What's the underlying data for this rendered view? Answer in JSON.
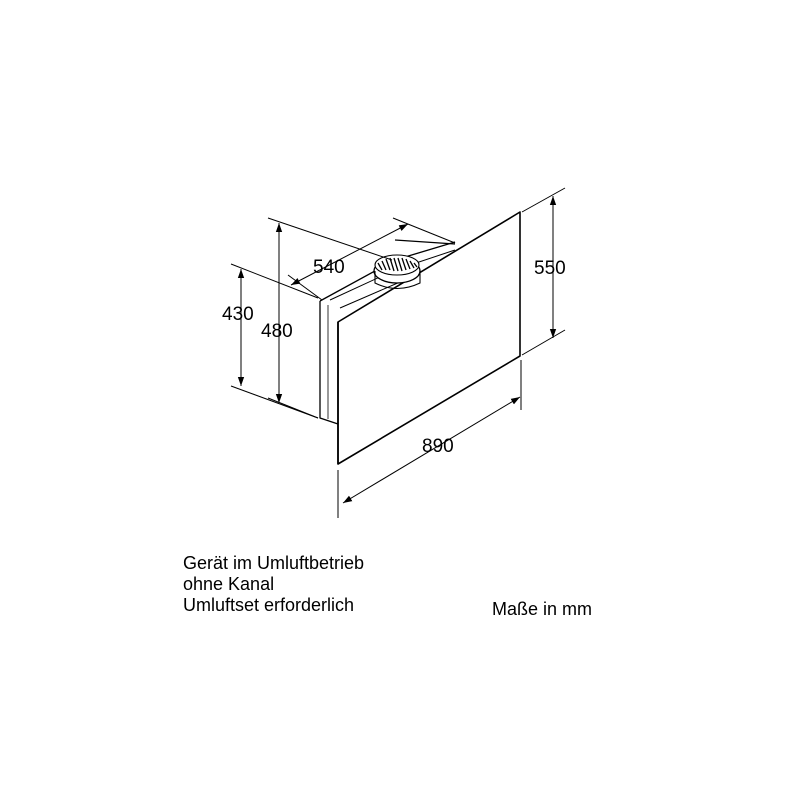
{
  "dimensions": {
    "width": "890",
    "height_front": "550",
    "depth": "540",
    "height_side": "480",
    "height_body": "430"
  },
  "notes": [
    "Gerät im Umluftbetrieb",
    "ohne Kanal",
    "Umluftset erforderlich"
  ],
  "units_label": "Maße in mm"
}
